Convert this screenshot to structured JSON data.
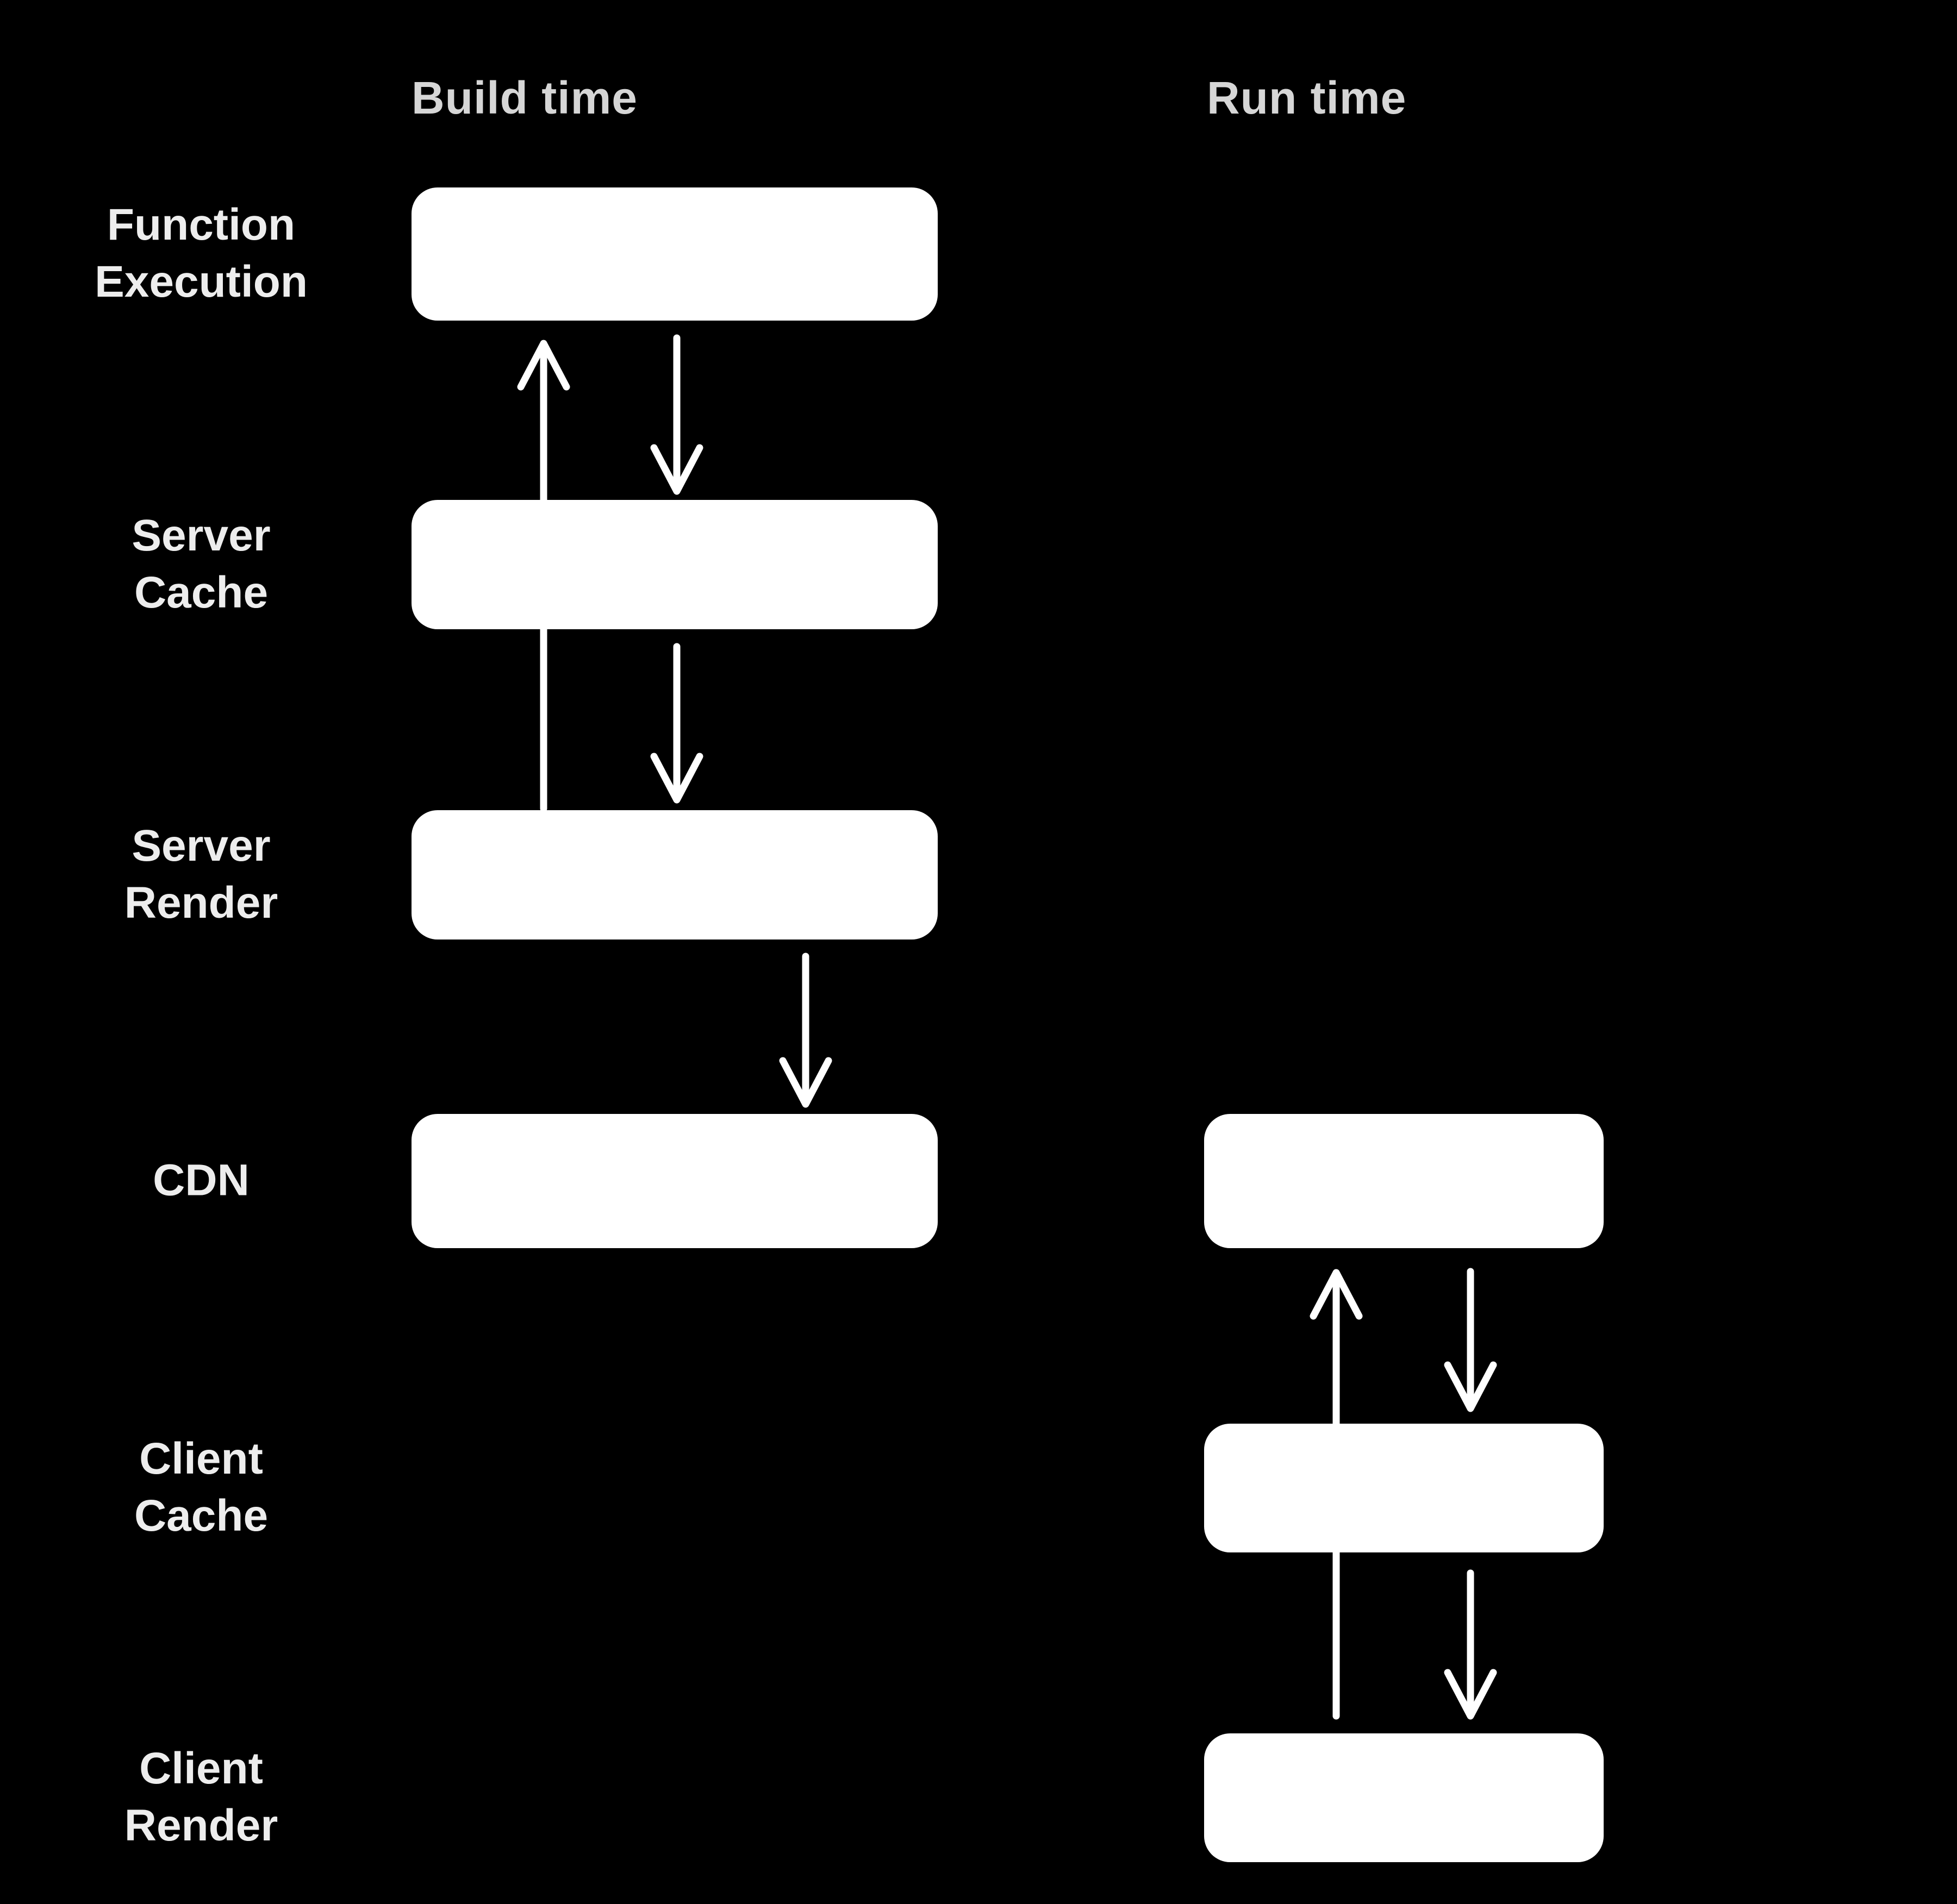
{
  "columns": {
    "build": "Build time",
    "run": "Run time"
  },
  "rows": {
    "function_execution": "Function\nExecution",
    "server_cache": "Server\nCache",
    "server_render": "Server\nRender",
    "cdn": "CDN",
    "client_cache": "Client\nCache",
    "client_render": "Client\nRender"
  },
  "colors": {
    "background": "#000000",
    "box": "#ffffff",
    "heading_text": "#d6d6d6",
    "label_text": "#ededed",
    "arrow": "#ffffff"
  }
}
